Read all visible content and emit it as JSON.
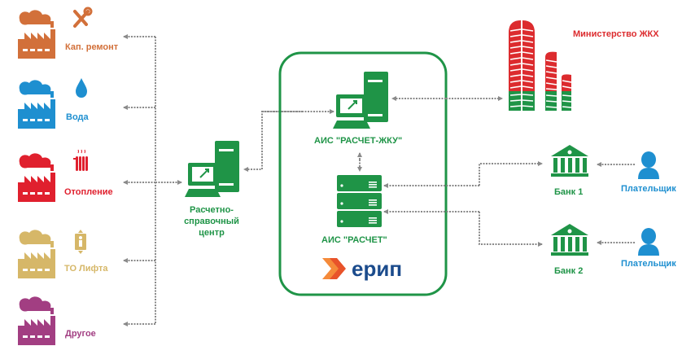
{
  "colors": {
    "cap_repair": "#d2703a",
    "water": "#1e8fd0",
    "heating": "#e0202e",
    "elevator": "#d6b768",
    "other": "#a23e82",
    "green": "#1f9447",
    "ministry_red": "#dc2b2e",
    "ministry_green": "#1f9447",
    "payer": "#1e8fd0",
    "connector": "#8a8a8a",
    "erip_text": "#1b4b8c",
    "erip_orange": "#f06a2a"
  },
  "providers": [
    {
      "id": "cap-repair",
      "label": "Кап. ремонт",
      "icon": "wrench-screwdriver-icon"
    },
    {
      "id": "water",
      "label": "Вода",
      "icon": "water-drop-icon"
    },
    {
      "id": "heating",
      "label": "Отопление",
      "icon": "radiator-icon"
    },
    {
      "id": "elevator",
      "label": "ТО Лифта",
      "icon": "elevator-icon"
    },
    {
      "id": "other",
      "label": "Другое",
      "icon": ""
    }
  ],
  "center": {
    "label_line1": "Расчетно-",
    "label_line2": "справочный",
    "label_line3": "центр"
  },
  "erip_box": {
    "ais_zhku": "АИС \"РАСЧЕТ-ЖКУ\"",
    "ais_raschet": "АИС \"РАСЧЕТ\"",
    "logo_text": "ерип"
  },
  "ministry": {
    "label": "Министерство ЖКХ"
  },
  "banks": [
    {
      "label": "Банк 1",
      "payer": "Плательщик"
    },
    {
      "label": "Банк 2",
      "payer": "Плательщик"
    }
  ]
}
